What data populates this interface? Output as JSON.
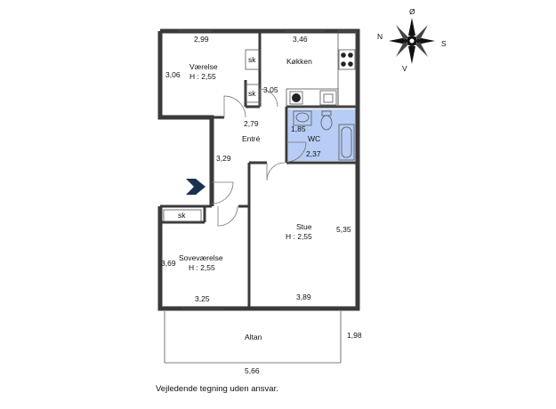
{
  "rooms": {
    "vaerelse": {
      "name": "Værelse",
      "height": "H : 2,55",
      "width": "2,99",
      "depth": "3,06"
    },
    "kokken": {
      "name": "Køkken",
      "width": "3,46",
      "depth": "3,05"
    },
    "entre": {
      "name": "Entré",
      "width": "2,79",
      "depth": "3,29"
    },
    "wc": {
      "name": "WC",
      "width": "2,37",
      "depth": "1,85"
    },
    "stue": {
      "name": "Stue",
      "height": "H : 2,55",
      "width": "3,89",
      "depth": "5,35"
    },
    "sovevaerelse": {
      "name": "Soveværelse",
      "height": "H : 2,55",
      "width": "3,25",
      "depth": "3,69"
    },
    "altan": {
      "name": "Altan",
      "width": "5,66",
      "depth": "1,98"
    }
  },
  "closets": {
    "closet_1": "sk",
    "closet_2": "sk",
    "closet_3": "sk"
  },
  "compass": {
    "north": "N",
    "east": "Ø",
    "south": "S",
    "west": "V"
  },
  "disclaimer": "Vejledende tegning uden ansvar.",
  "colors": {
    "wc_fill": "#b7cdf5",
    "wall": "#3a3a3a",
    "entrance_arrow": "#1c3050"
  }
}
